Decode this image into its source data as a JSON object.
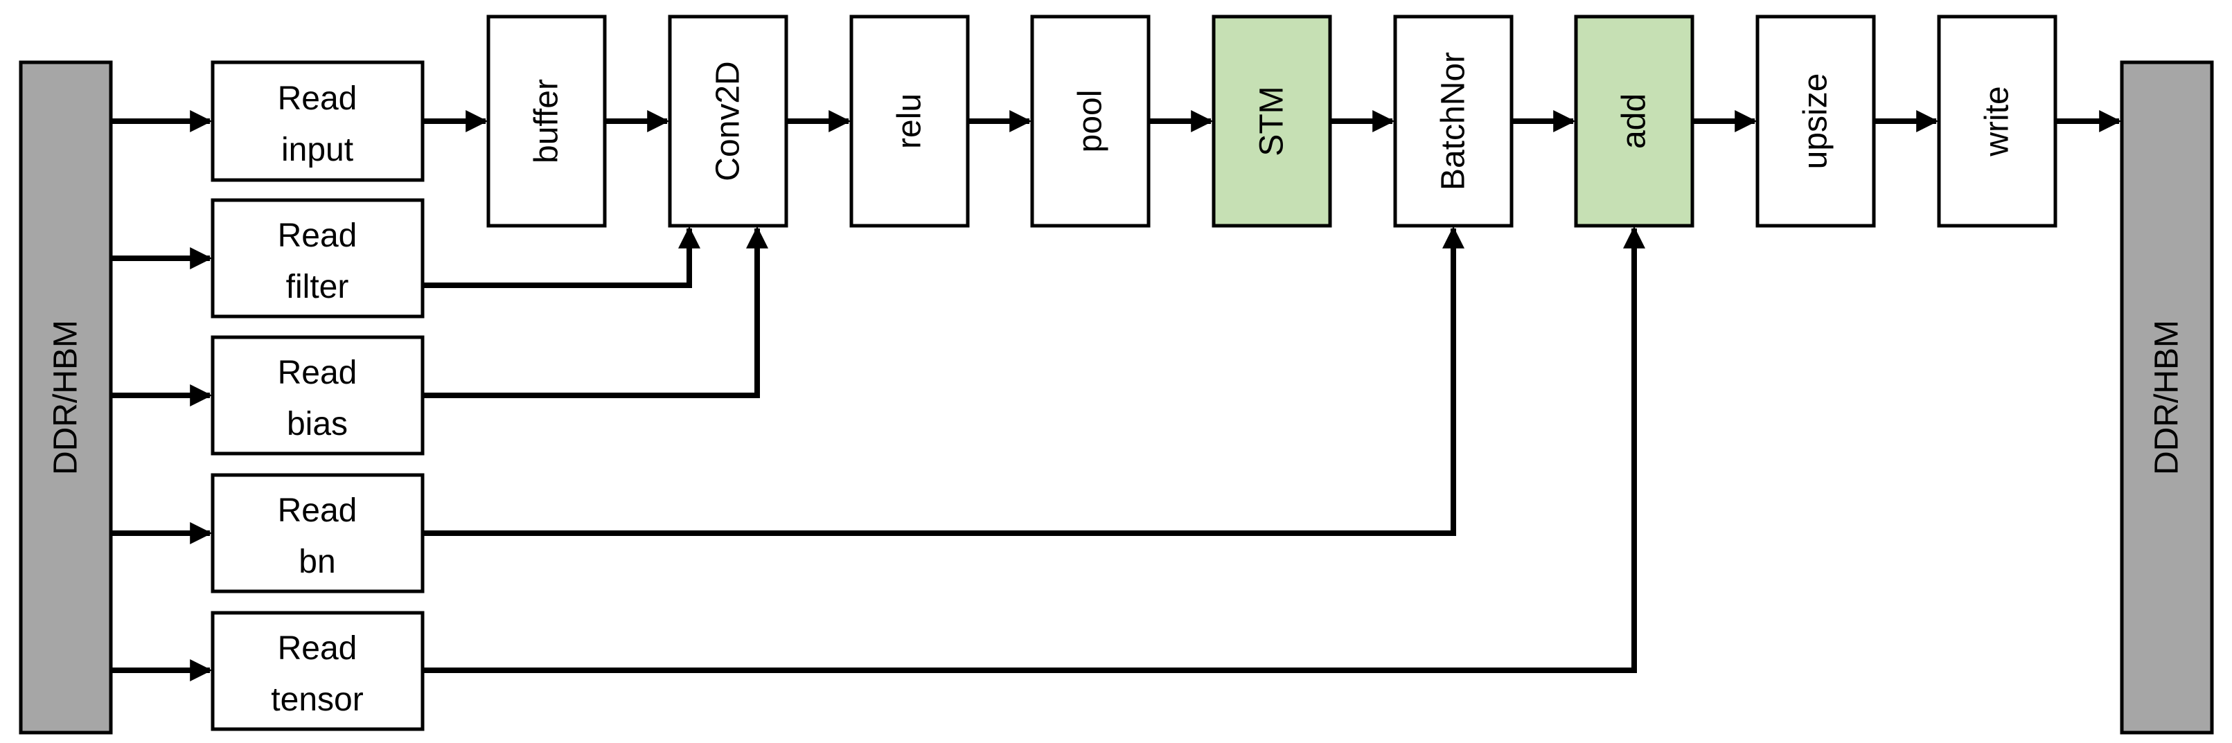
{
  "colors": {
    "memory_fill": "#a6a6a6",
    "stage_fill": "#ffffff",
    "highlight_fill": "#c6e0b4",
    "line": "#000000"
  },
  "memory": {
    "left_label": "DDR/HBM",
    "right_label": "DDR/HBM"
  },
  "readers": {
    "read_input": [
      "Read",
      "input"
    ],
    "read_filter": [
      "Read",
      "filter"
    ],
    "read_bias": [
      "Read",
      "bias"
    ],
    "read_bn": [
      "Read",
      "bn"
    ],
    "read_tensor": [
      "Read",
      "tensor"
    ]
  },
  "stages": {
    "buffer": "buffer",
    "conv2d": "Conv2D",
    "relu": "relu",
    "pool": "pool",
    "stm": "STM",
    "batchnorm": "BatchNor",
    "add": "add",
    "upsize": "upsize",
    "write": "write"
  },
  "highlighted_stages": [
    "STM",
    "add"
  ]
}
